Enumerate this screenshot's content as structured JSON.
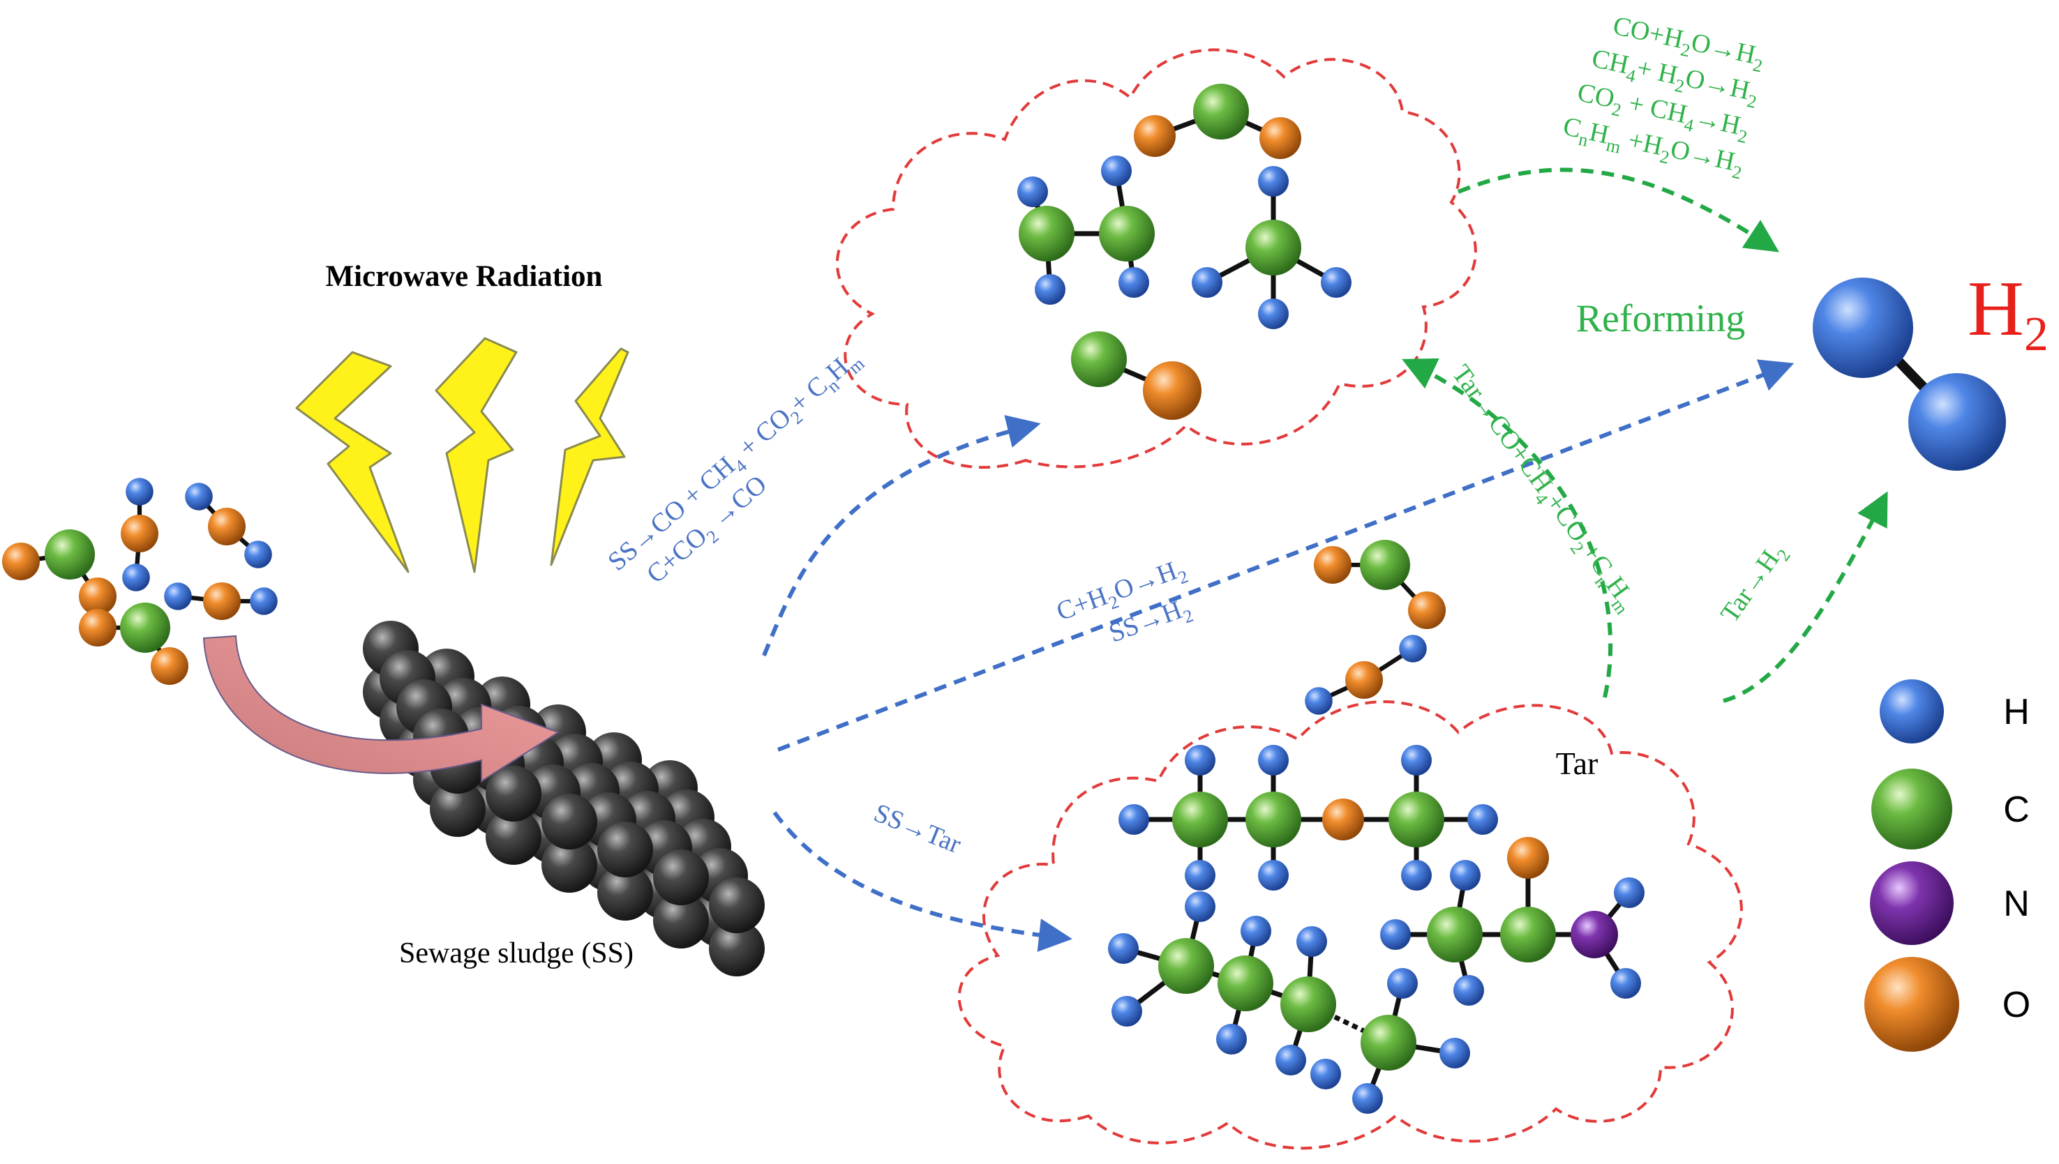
{
  "labels": {
    "microwave": "Microwave Radiation",
    "sludge": "Sewage sludge (SS)",
    "tar": "Tar",
    "reforming": "Reforming"
  },
  "product": {
    "symbol": "H",
    "subscript": "2"
  },
  "reactions": {
    "gas_1": [
      "SS→CO + CH",
      "4",
      " + CO",
      "2",
      "+ C",
      "n",
      "H",
      "m"
    ],
    "gas_2": [
      "C+CO",
      "2",
      " →CO"
    ],
    "direct_1": [
      "C+H",
      "2",
      "O→H",
      "2"
    ],
    "direct_2": [
      "SS→H",
      "2"
    ],
    "tar_path": "SS→Tar",
    "tar_crack": [
      "Tar→CO+CH",
      "4",
      "+CO",
      "2",
      "+C",
      "n",
      "H",
      "m"
    ],
    "tar_h2": [
      "Tar→H",
      "2"
    ],
    "reform_1": [
      "CO+H",
      "2",
      "O→H",
      "2"
    ],
    "reform_2": [
      "CH",
      "4",
      "+ H",
      "2",
      "O→H",
      "2"
    ],
    "reform_3": [
      "CO",
      "2",
      " + CH",
      "4",
      "→H",
      "2"
    ],
    "reform_4": [
      "C",
      "n",
      "H",
      "m",
      " +H",
      "2",
      "O→H",
      "2"
    ]
  },
  "legend": [
    {
      "symbol": "H",
      "color": "#3f74d6"
    },
    {
      "symbol": "C",
      "color": "#5fae3a"
    },
    {
      "symbol": "N",
      "color": "#7a2fa3"
    },
    {
      "symbol": "O",
      "color": "#ee8a2a"
    }
  ],
  "colors": {
    "hydrogen": "#3f74d6",
    "carbon": "#5fae3a",
    "nitrogen": "#7a2fa3",
    "oxygen": "#ee8a2a",
    "blue_text": "#4a73c4",
    "green_text": "#2fb24a",
    "cloud": "#e23a3a",
    "h2_label": "#e8201c",
    "bolt": "#fff21a",
    "sludge": "#3a3a3a"
  }
}
